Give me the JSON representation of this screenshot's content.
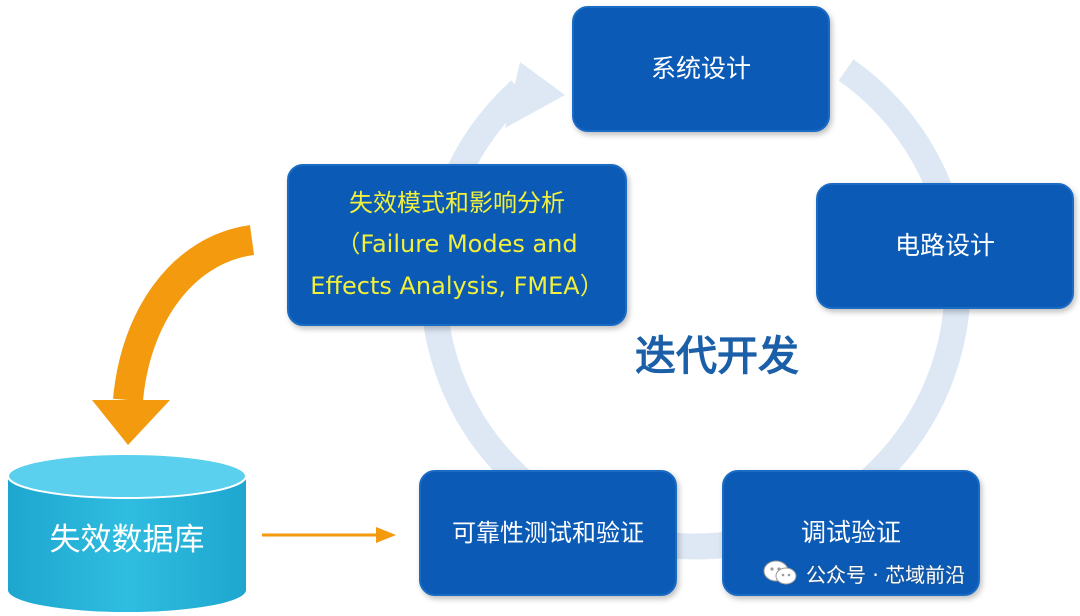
{
  "cycle": {
    "center_label": "迭代开发",
    "steps": [
      "系统设计",
      "电路设计",
      "调试验证",
      "可靠性测试和验证"
    ]
  },
  "fmea": {
    "line1": "失效模式和影响分析",
    "line2": "（Failure Modes and",
    "line3": "Effects Analysis, FMEA）"
  },
  "database": {
    "label": "失效数据库"
  },
  "watermark": {
    "text": "公众号 · 芯域前沿",
    "icon": "wechat-icon"
  },
  "colors": {
    "box_fill": "#0a5ab6",
    "box_text": "#ffffff",
    "fmea_text": "#f2f03a",
    "ring": "#dde8f4",
    "center_text": "#1a5fa8",
    "arrow_orange": "#f39a0e",
    "database_fill": "#2ab6d9"
  }
}
